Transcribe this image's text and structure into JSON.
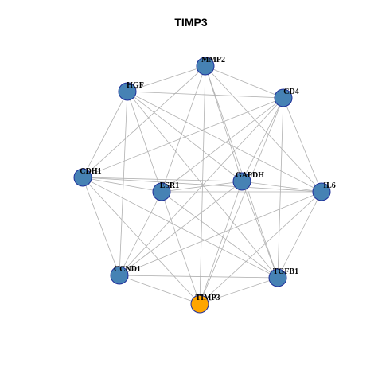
{
  "title": "TIMP3",
  "colors": {
    "node_fill": "#4682B4",
    "highlight_fill": "#FFA500",
    "node_stroke": "#1f2f9a",
    "edge": "#b0b0b0"
  },
  "nodes": [
    {
      "id": "MMP2",
      "label": "MMP2",
      "highlight": false
    },
    {
      "id": "HGF",
      "label": "HGF",
      "highlight": false
    },
    {
      "id": "CD4",
      "label": "CD4",
      "highlight": false
    },
    {
      "id": "CDH1",
      "label": "CDH1",
      "highlight": false
    },
    {
      "id": "ESR1",
      "label": "ESR1",
      "highlight": false
    },
    {
      "id": "GAPDH",
      "label": "GAPDH",
      "highlight": false
    },
    {
      "id": "IL6",
      "label": "IL6",
      "highlight": false
    },
    {
      "id": "CCND1",
      "label": "CCND1",
      "highlight": false
    },
    {
      "id": "TGFB1",
      "label": "TGFB1",
      "highlight": false
    },
    {
      "id": "TIMP3",
      "label": "TIMP3",
      "highlight": true
    }
  ],
  "edges": [
    [
      "MMP2",
      "HGF"
    ],
    [
      "MMP2",
      "CD4"
    ],
    [
      "MMP2",
      "ESR1"
    ],
    [
      "MMP2",
      "GAPDH"
    ],
    [
      "MMP2",
      "IL6"
    ],
    [
      "MMP2",
      "TGFB1"
    ],
    [
      "MMP2",
      "TIMP3"
    ],
    [
      "MMP2",
      "CDH1"
    ],
    [
      "HGF",
      "CD4"
    ],
    [
      "HGF",
      "ESR1"
    ],
    [
      "HGF",
      "GAPDH"
    ],
    [
      "HGF",
      "IL6"
    ],
    [
      "HGF",
      "TGFB1"
    ],
    [
      "HGF",
      "CCND1"
    ],
    [
      "HGF",
      "CDH1"
    ],
    [
      "CD4",
      "CDH1"
    ],
    [
      "CD4",
      "ESR1"
    ],
    [
      "CD4",
      "GAPDH"
    ],
    [
      "CD4",
      "IL6"
    ],
    [
      "CD4",
      "CCND1"
    ],
    [
      "CD4",
      "TGFB1"
    ],
    [
      "CD4",
      "TIMP3"
    ],
    [
      "CDH1",
      "ESR1"
    ],
    [
      "CDH1",
      "GAPDH"
    ],
    [
      "CDH1",
      "IL6"
    ],
    [
      "CDH1",
      "CCND1"
    ],
    [
      "CDH1",
      "TGFB1"
    ],
    [
      "CDH1",
      "TIMP3"
    ],
    [
      "ESR1",
      "GAPDH"
    ],
    [
      "ESR1",
      "IL6"
    ],
    [
      "ESR1",
      "CCND1"
    ],
    [
      "ESR1",
      "TGFB1"
    ],
    [
      "ESR1",
      "TIMP3"
    ],
    [
      "GAPDH",
      "IL6"
    ],
    [
      "GAPDH",
      "CCND1"
    ],
    [
      "GAPDH",
      "TGFB1"
    ],
    [
      "GAPDH",
      "TIMP3"
    ],
    [
      "IL6",
      "CCND1"
    ],
    [
      "IL6",
      "TGFB1"
    ],
    [
      "IL6",
      "TIMP3"
    ],
    [
      "CCND1",
      "TGFB1"
    ],
    [
      "CCND1",
      "TIMP3"
    ],
    [
      "TGFB1",
      "TIMP3"
    ]
  ]
}
